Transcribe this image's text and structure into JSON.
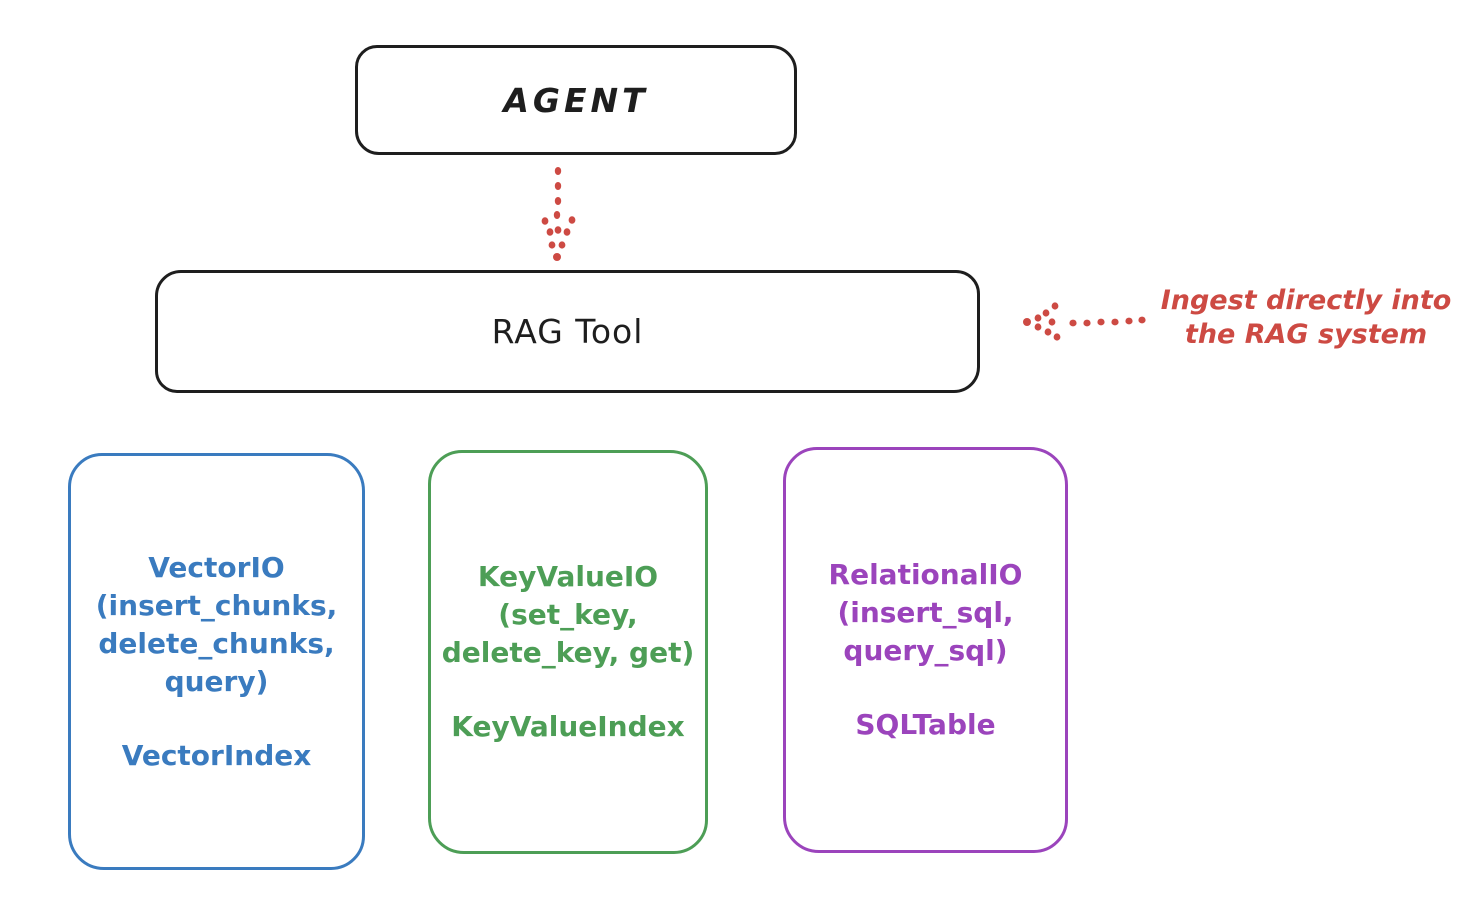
{
  "agent_box": {
    "label": "AGENT"
  },
  "rag_tool_box": {
    "label": "RAG Tool"
  },
  "annotation": {
    "line1": "Ingest directly into",
    "line2": "the RAG system",
    "color": "#cd4a43"
  },
  "storage_boxes": [
    {
      "name": "VectorIO",
      "color": "#3a7bbf",
      "lines": [
        "VectorIO",
        "(insert_chunks,",
        "delete_chunks,",
        "query)"
      ],
      "index_label": "VectorIndex"
    },
    {
      "name": "KeyValueIO",
      "color": "#4d9e56",
      "lines": [
        "KeyValueIO",
        "(set_key,",
        "delete_key, get)"
      ],
      "index_label": "KeyValueIndex"
    },
    {
      "name": "RelationalIO",
      "color": "#9b44bc",
      "lines": [
        "RelationalIO",
        "(insert_sql,",
        "query_sql)"
      ],
      "index_label": "SQLTable"
    }
  ],
  "colors": {
    "outline_black": "#1e1e1e",
    "accent_red": "#cd4a43",
    "vector_blue": "#3a7bbf",
    "keyvalue_green": "#4d9e56",
    "relational_purple": "#9b44bc",
    "background": "#ffffff"
  }
}
